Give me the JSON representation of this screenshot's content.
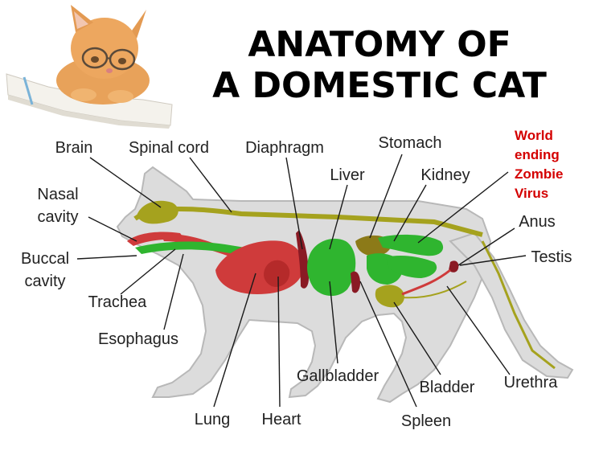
{
  "title": {
    "line1": "ANATOMY OF",
    "line2": "A DOMESTIC CAT"
  },
  "labels": {
    "brain": "Brain",
    "spinal_cord": "Spinal cord",
    "diaphragm": "Diaphragm",
    "stomach": "Stomach",
    "liver": "Liver",
    "kidney": "Kidney",
    "nasal_cavity_1": "Nasal",
    "nasal_cavity_2": "cavity",
    "buccal_cavity_1": "Buccal",
    "buccal_cavity_2": "cavity",
    "trachea": "Trachea",
    "esophagus": "Esophagus",
    "lung": "Lung",
    "heart": "Heart",
    "gallbladder": "Gallbladder",
    "spleen": "Spleen",
    "bladder": "Bladder",
    "urethra": "Urethra",
    "anus": "Anus",
    "testis": "Testis"
  },
  "annotation": {
    "line1": "World",
    "line2": "ending",
    "line3": "Zombie",
    "line4": "Virus"
  },
  "colors": {
    "body": "#dcdcdc",
    "body_outline": "#b8b8b8",
    "organ_red": "#cf3b3b",
    "organ_dark_red": "#8a1a24",
    "organ_green": "#2fb52f",
    "organ_olive": "#a5a21e",
    "organ_olive_dark": "#8c7a18",
    "annotation": "#d40000"
  }
}
